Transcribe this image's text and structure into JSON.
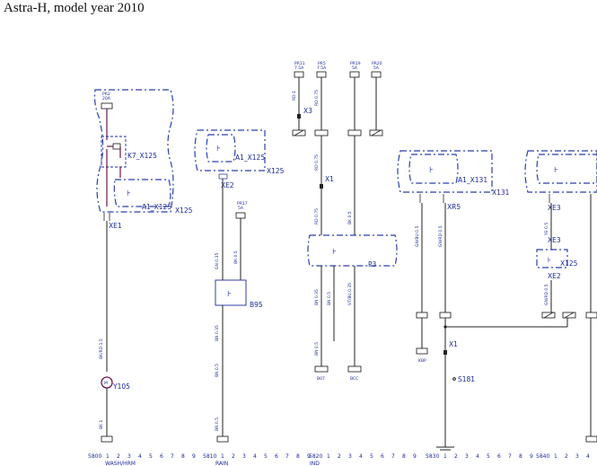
{
  "title": "Astra-H, model year 2010",
  "labels": {
    "k7": "K7_X125",
    "a1a": "A1_X125",
    "x125a": "X125",
    "xe1": "XE1",
    "y105": "Y105",
    "a1b": "A1_X125",
    "x125b": "X125",
    "xe2a": "XE2",
    "b95": "B95",
    "x3": "X3",
    "x1a": "X1",
    "p3": "P3",
    "a1c": "A1_X131",
    "x131": "X131",
    "xr5": "XR5",
    "x1b": "X1",
    "s181": "S181",
    "xe3a": "XE3",
    "xe3b": "XE3",
    "x125c": "X125",
    "xe2b": "XE2"
  },
  "ruler": {
    "codes": [
      "5800",
      "5810",
      "5820",
      "5830",
      "5840"
    ],
    "digits": [
      "1",
      "2",
      "3",
      "4",
      "5",
      "6",
      "7",
      "8",
      "9"
    ],
    "sections": [
      "WASH/HRM",
      "RAIN",
      "IND"
    ]
  }
}
